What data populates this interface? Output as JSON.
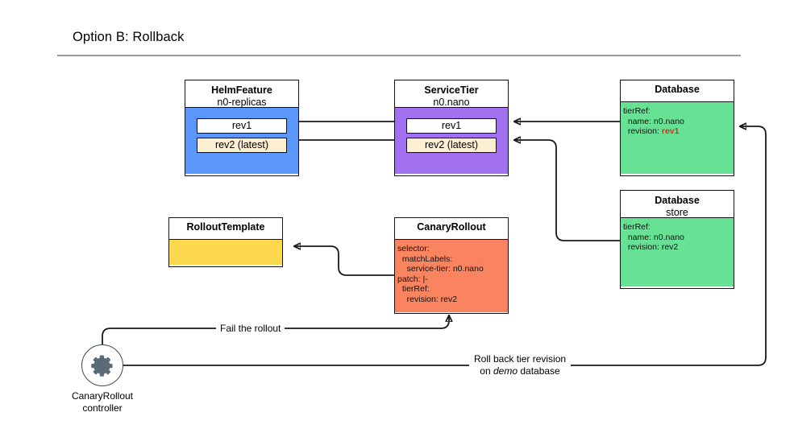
{
  "title": "Option B: Rollback",
  "colors": {
    "helmfeature_fill": "#5b96fb",
    "servicetier_fill": "#a271f0",
    "database_fill": "#67e295",
    "canaryrollout_fill": "#fb8460",
    "rollouttemplate_fill": "#fcd94e",
    "chip_latest_fill": "#fdefd2",
    "highlight_text": "#c0392b",
    "stroke": "#111111"
  },
  "nodes": {
    "helmfeature": {
      "kind": "HelmFeature",
      "name": "n0-replicas",
      "revisions": [
        {
          "label": "rev1",
          "latest": false
        },
        {
          "label": "rev2 (latest)",
          "latest": true
        }
      ]
    },
    "servicetier": {
      "kind": "ServiceTier",
      "name": "n0.nano",
      "revisions": [
        {
          "label": "rev1",
          "latest": false
        },
        {
          "label": "rev2 (latest)",
          "latest": true
        }
      ]
    },
    "database_demo": {
      "kind": "Database",
      "name": "",
      "spec_lines": [
        {
          "text": "tierRef:",
          "indent": 0
        },
        {
          "text": "name: n0.nano",
          "indent": 1
        },
        {
          "text": "revision: ",
          "indent": 1,
          "highlight": "rev1"
        }
      ]
    },
    "database_store": {
      "kind": "Database",
      "name": "store",
      "spec_lines": [
        {
          "text": "tierRef:",
          "indent": 0
        },
        {
          "text": "name: n0.nano",
          "indent": 1
        },
        {
          "text": "revision: rev2",
          "indent": 1
        }
      ]
    },
    "rollouttemplate": {
      "kind": "RolloutTemplate",
      "name": "",
      "spec_lines": []
    },
    "canaryrollout": {
      "kind": "CanaryRollout",
      "name": "",
      "spec_lines": [
        {
          "text": "selector:",
          "indent": 0
        },
        {
          "text": "matchLabels:",
          "indent": 1
        },
        {
          "text": "service-tier: n0.nano",
          "indent": 2
        },
        {
          "text": "patch: |-",
          "indent": 0
        },
        {
          "text": "tierRef:",
          "indent": 1
        },
        {
          "text": "revision: rev2",
          "indent": 2
        }
      ]
    }
  },
  "controller": {
    "icon": "gear-icon",
    "label_line1": "CanaryRollout",
    "label_line2": "controller"
  },
  "edges": {
    "fail_rollout": "Fail the rollout",
    "rollback_line1": "Roll back tier revision",
    "rollback_line2_pre": "on ",
    "rollback_line2_em": "demo",
    "rollback_line2_post": " database"
  }
}
